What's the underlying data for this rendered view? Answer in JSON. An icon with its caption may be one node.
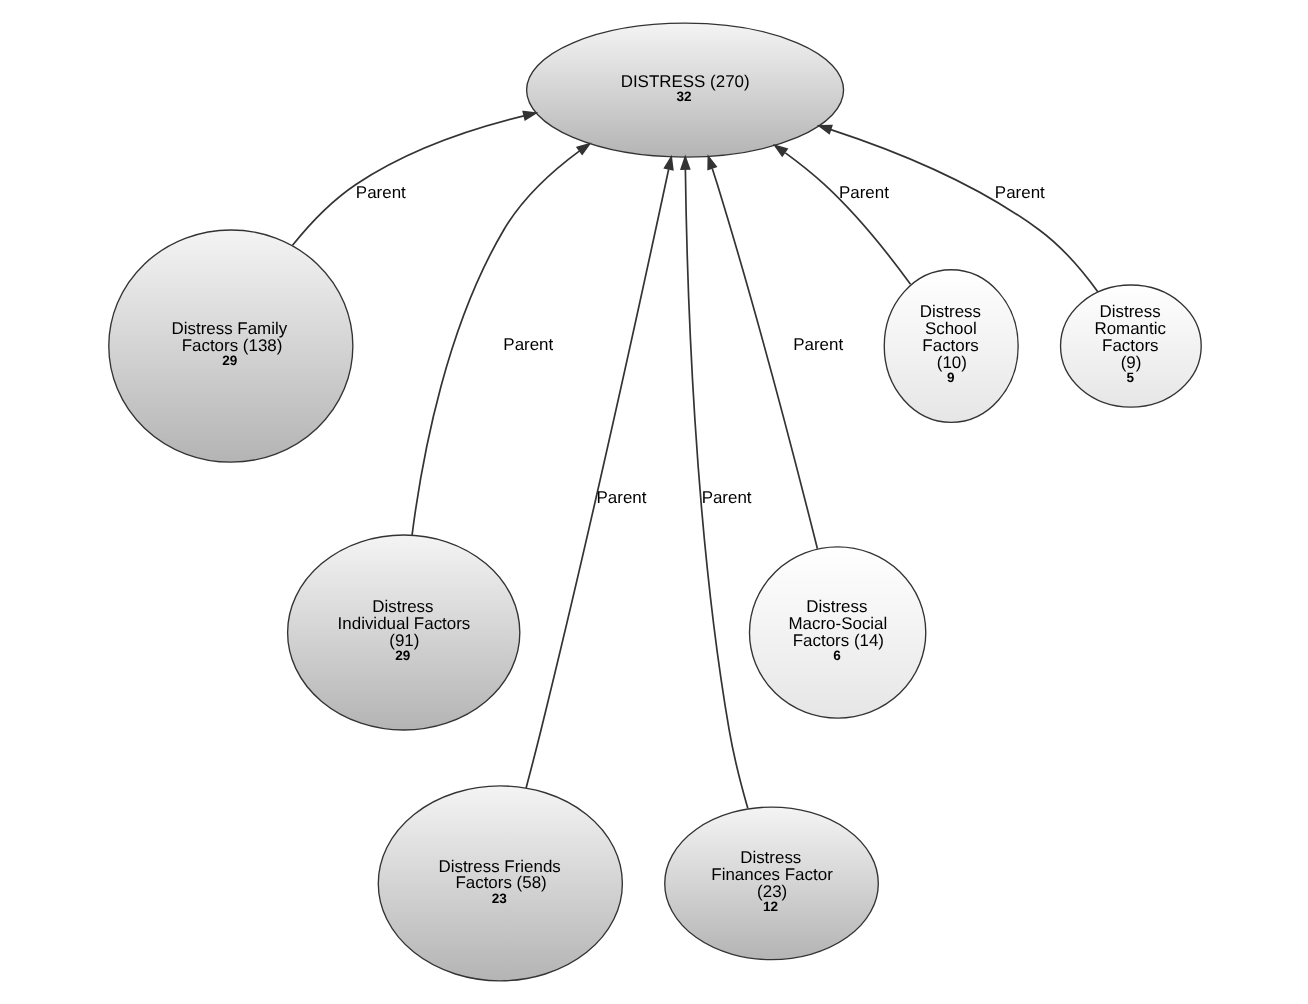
{
  "diagram": {
    "nodes": [
      {
        "text": [
          "DISTRESS (270)",
          "32"
        ]
      },
      {
        "text": [
          "Distress Romantic Factors (9)",
          "5"
        ]
      },
      {
        "text": [
          "Distress School Factors (10)",
          "9"
        ]
      },
      {
        "text": [
          "Distress Family Factors (138)",
          "29"
        ]
      },
      {
        "text": [
          "Distress Macro-Social Factors (14)",
          "6"
        ]
      },
      {
        "text": [
          "Distress Individual Factors (91)",
          "29"
        ]
      },
      {
        "text": [
          "Distress Finances Factor (23)",
          "12"
        ]
      },
      {
        "text": [
          "Distress Friends Factors (58)",
          "23"
        ]
      }
    ],
    "edges": [
      {
        "from": 1,
        "to": 0,
        "arrow": "to",
        "label": "Parent"
      },
      {
        "from": 2,
        "to": 0,
        "arrow": "to",
        "label": "Parent"
      },
      {
        "from": 3,
        "to": 0,
        "arrow": "to",
        "label": "Parent"
      },
      {
        "from": 4,
        "to": 0,
        "arrow": "to",
        "label": "Parent"
      },
      {
        "from": 5,
        "to": 0,
        "arrow": "to",
        "label": "Parent"
      },
      {
        "from": 6,
        "to": 0,
        "arrow": "to",
        "label": "Parent"
      },
      {
        "from": 7,
        "to": 0,
        "arrow": "to",
        "label": "Parent"
      }
    ]
  }
}
